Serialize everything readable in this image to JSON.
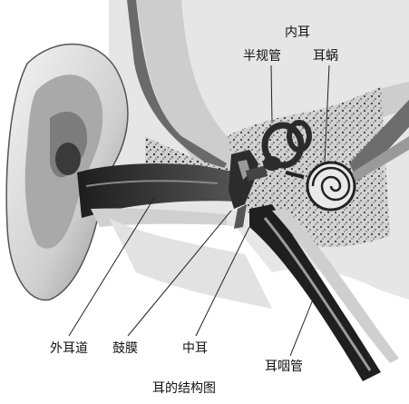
{
  "figure": {
    "caption": "耳的结构图",
    "labels": {
      "inner_ear": "内耳",
      "semicircular_canals": "半规管",
      "cochlea": "耳蜗",
      "ear_canal": "外耳道",
      "eardrum": "鼓膜",
      "middle_ear": "中耳",
      "eustachian_tube": "耳咽管"
    },
    "colors": {
      "ink": "#111111",
      "bone": "#d9d9d9",
      "tissue": "#bdbdbd",
      "shadow": "#2b2b2b",
      "paper": "#ffffff"
    }
  }
}
